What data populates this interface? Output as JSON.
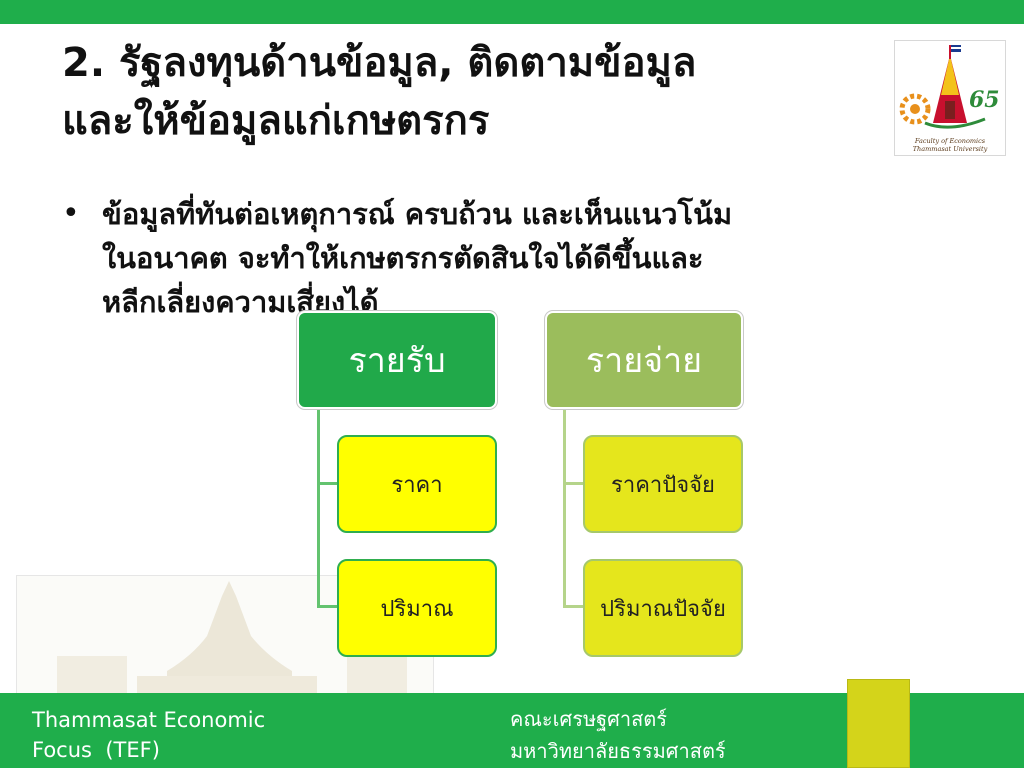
{
  "slide": {
    "title_line1": "2. รัฐลงทุนด้านข้อมูล, ติดตามข้อมูล",
    "title_line2": "และให้ข้อมูลแก่เกษตรกร",
    "bullet_symbol": "•",
    "bullet_line1": "ข้อมูลที่ทันต่อเหตุการณ์ ครบถ้วน และเห็นแนวโน้ม",
    "bullet_line2": "ในอนาคต จะทำให้เกษตรกรตัดสินใจได้ดีขึ้นและ",
    "bullet_line3": "หลีกเลี่ยงความเสี่ยงได้"
  },
  "logo": {
    "number": "65",
    "line1": "Faculty of Economics",
    "line2": "Thammasat University"
  },
  "diagram": {
    "income": {
      "header": "รายรับ",
      "items": [
        "ราคา",
        "ปริมาณ"
      ]
    },
    "expense": {
      "header": "รายจ่าย",
      "items": [
        "ราคาปัจจัย",
        "ปริมาณปัจจัย"
      ]
    }
  },
  "footer": {
    "left_line1": "Thammasat Economic",
    "left_line2": "Focus  (TEF)",
    "right_line1": "คณะเศรษฐศาสตร์",
    "right_line2": "มหาวิทยาลัยธรรมศาสตร์"
  },
  "colors": {
    "brand_green": "#1fae4b",
    "income_header": "#21a94a",
    "expense_header": "#9bbd5c",
    "income_item": "#ffff00",
    "expense_item": "#e5e61c"
  }
}
